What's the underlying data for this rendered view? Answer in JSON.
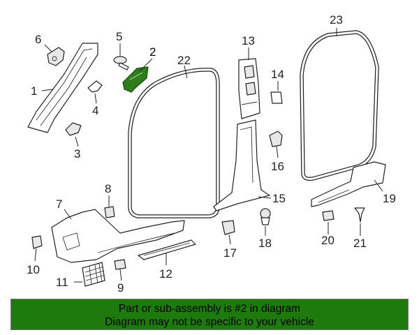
{
  "colors": {
    "highlight_part": "#2e7d1c",
    "banner_bg": "#1f7a0e",
    "outline": "#222222"
  },
  "callouts": [
    "1",
    "2",
    "3",
    "4",
    "5",
    "6",
    "7",
    "8",
    "9",
    "10",
    "11",
    "12",
    "13",
    "14",
    "15",
    "16",
    "17",
    "18",
    "19",
    "20",
    "21",
    "22",
    "23"
  ],
  "highlighted_callout": "2",
  "banner": {
    "line1": "Part or sub-assembly is #2 in diagram",
    "line2": "Diagram may not be specific to your vehicle"
  }
}
